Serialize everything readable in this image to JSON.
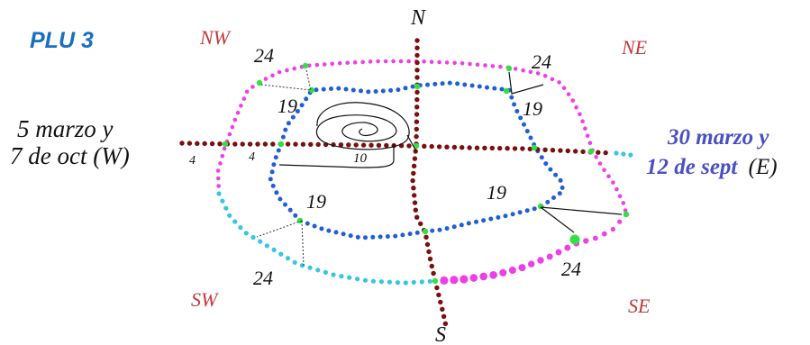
{
  "title": "PLU 3",
  "compass": {
    "n": "N",
    "s": "S",
    "nw": "NW",
    "ne": "NE",
    "sw": "SW",
    "se": "SE"
  },
  "west_label": [
    "5 marzo y",
    "7 de oct (W)"
  ],
  "east_label": {
    "line1": "30 marzo y",
    "line2_colored": "12 de sept",
    "line2_suffix": "(E)"
  },
  "hour_labels": {
    "nw_24": "24",
    "ne_24": "24",
    "sw_24": "24",
    "se_24": "24",
    "nw_19": "19",
    "ne_19": "19",
    "sw_19": "19",
    "se_19": "19",
    "w_4_outer": "4",
    "w_4_inner": "4",
    "center_10": "10"
  },
  "colors": {
    "title": "#1a6fc0",
    "compass_text": "#c0393b",
    "east_text": "#4a4fc4",
    "dark_axis": "#7a0f0f",
    "magenta": "#ee3fe6",
    "blue": "#1f5ed6",
    "cyan": "#35c6e0",
    "green": "#33e043",
    "line": "#111111"
  }
}
